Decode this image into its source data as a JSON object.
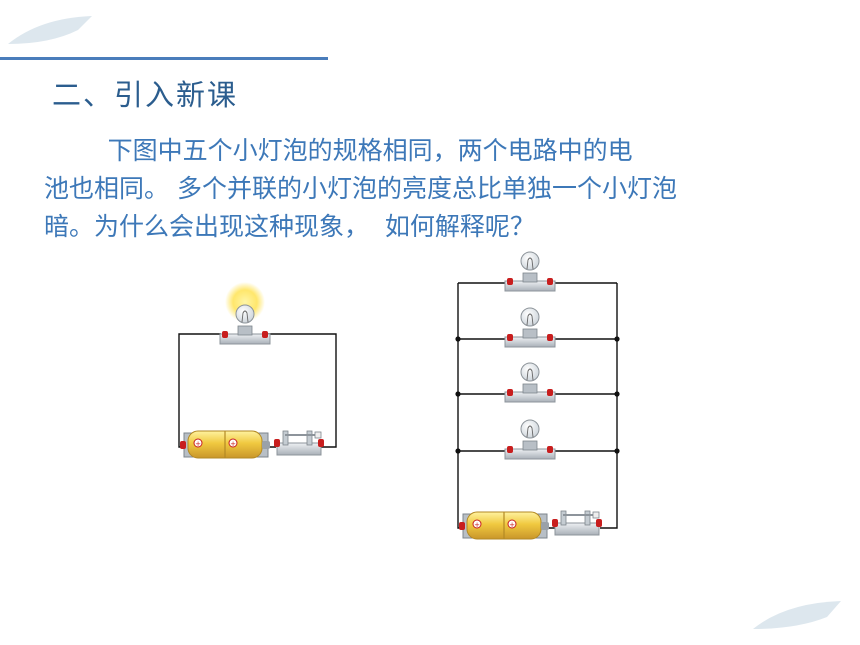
{
  "section_title": "二、引入新课",
  "paragraph_lines": [
    "        下图中五个小灯泡的规格相同，两个电路中的电",
    "池也相同。 多个并联的小灯泡的亮度总比单独一个小灯泡",
    "暗。为什么会出现这种现象，  如何解释呢？"
  ],
  "colors": {
    "title": "#2b5d8e",
    "text": "#3d78b8",
    "header_line": "#4a7dbb",
    "decoration": "#dde7ee",
    "wire": "#111111"
  },
  "icons": {
    "bulb": "light-bulb-icon",
    "battery": "battery-icon",
    "switch": "knife-switch-icon"
  },
  "circuits": {
    "single": {
      "bulb_count": 1,
      "bulb_lit": true
    },
    "parallel": {
      "bulb_count": 4,
      "bulb_lit": false
    }
  }
}
